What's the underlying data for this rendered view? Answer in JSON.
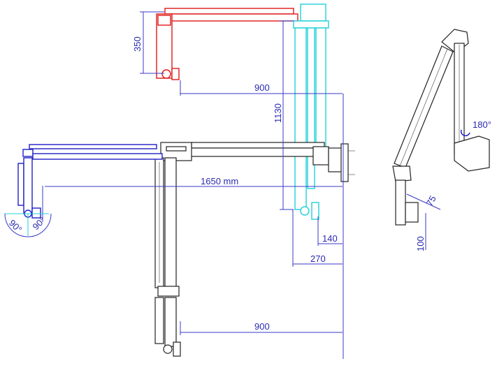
{
  "drawing": {
    "dimensions": {
      "raise_height": "350",
      "top_reach": "900",
      "vertical_height": "1130",
      "total_reach": "1650 mm",
      "offset_small": "140",
      "offset_large": "270",
      "bottom_reach": "900",
      "swivel_left": "90°",
      "swivel_right": "90°",
      "rotation": "180°",
      "mount_depth": "75",
      "mount_height": "100"
    },
    "colors": {
      "raised_position": "#e01818",
      "vertical_position": "#20d0d8",
      "extended_position": "#2020c8",
      "dimension": "#3a3ac8",
      "outline": "#222222"
    }
  }
}
